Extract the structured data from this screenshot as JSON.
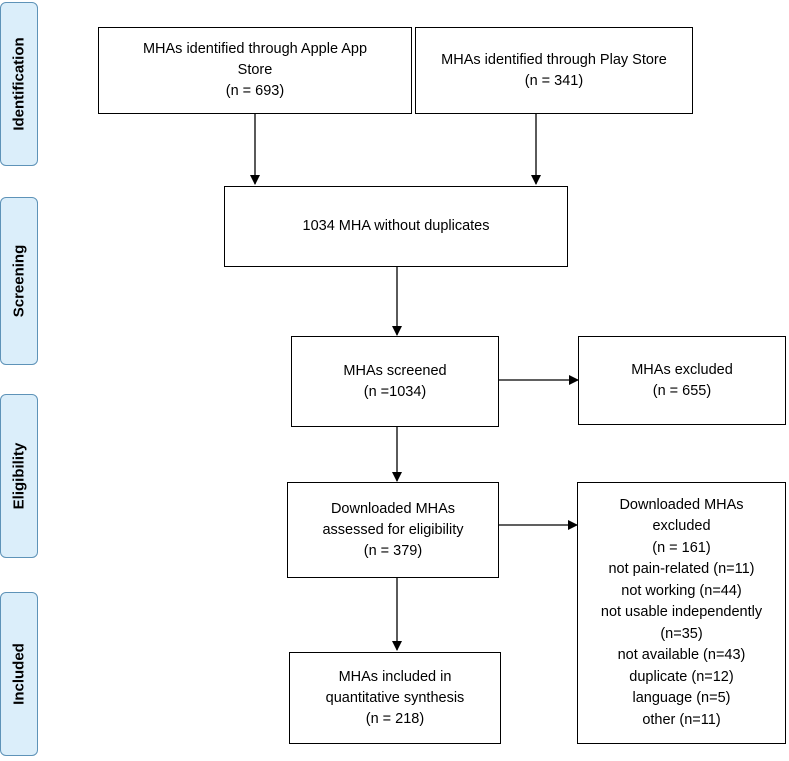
{
  "stages": {
    "identification": "Identification",
    "screening": "Screening",
    "eligibility": "Eligibility",
    "included": "Included"
  },
  "boxes": {
    "apple": {
      "line1": "MHAs identified through Apple App",
      "line2": "Store",
      "line3": "(n = 693)"
    },
    "play": {
      "line1": "MHAs identified through Play Store",
      "line2": "(n = 341)"
    },
    "no_duplicates": {
      "line1": "1034 MHA without duplicates"
    },
    "screened": {
      "line1": "MHAs screened",
      "line2": "(n =1034)"
    },
    "excluded": {
      "line1": "MHAs excluded",
      "line2": "(n = 655)"
    },
    "assessed": {
      "line1": "Downloaded MHAs",
      "line2": "assessed for eligibility",
      "line3": "(n = 379)"
    },
    "dl_excluded": {
      "lines": [
        "Downloaded MHAs",
        "excluded",
        "(n = 161)",
        "not pain-related (n=11)",
        "not working (n=44)",
        "not usable independently",
        "(n=35)",
        "not available (n=43)",
        "duplicate (n=12)",
        "language (n=5)",
        "other (n=11)"
      ]
    },
    "included": {
      "line1": "MHAs included in",
      "line2": "quantitative synthesis",
      "line3": "(n = 218)"
    }
  },
  "colors": {
    "stage_fill": "#dbeefa",
    "stage_border": "#5e93b8",
    "line": "#000000"
  }
}
